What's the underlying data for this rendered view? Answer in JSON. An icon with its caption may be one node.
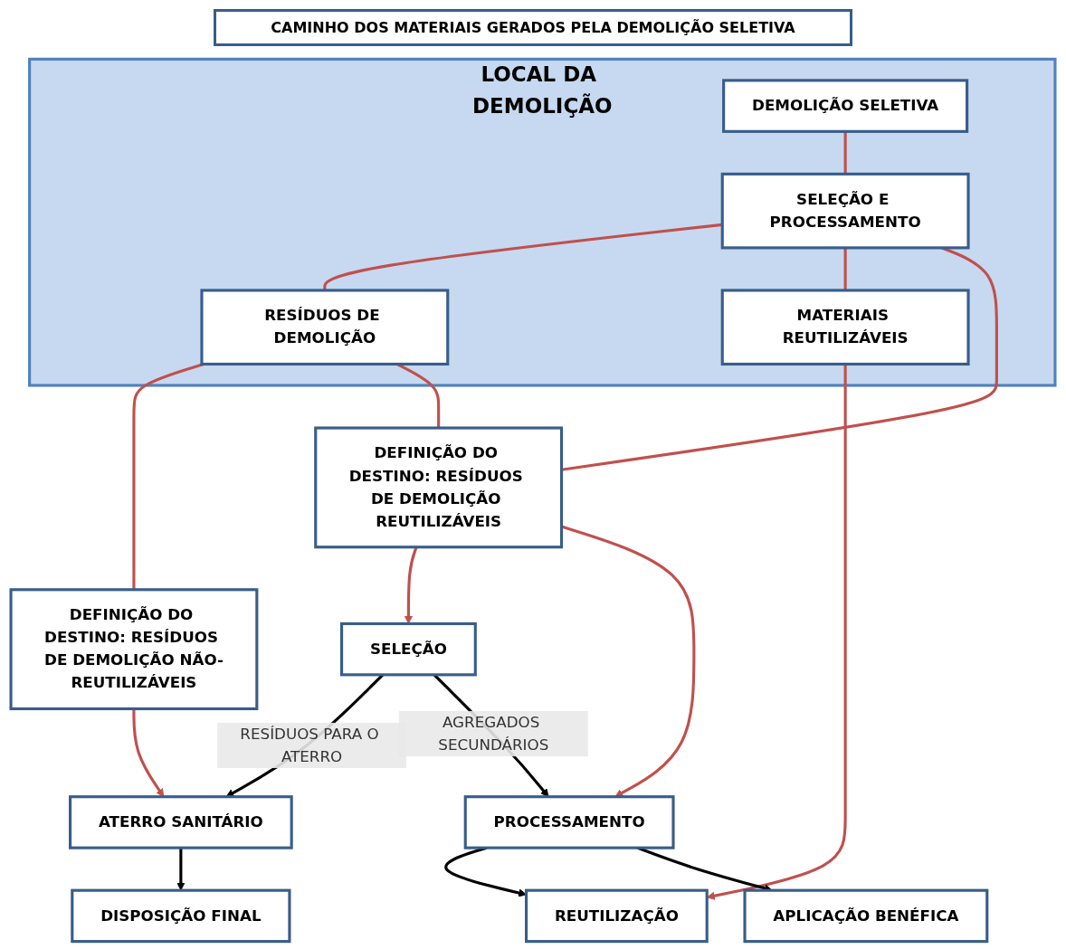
{
  "diagram": {
    "title": "CAMINHO DOS MATERIAIS GERADOS PELA DEMOLIÇÃO SELETIVA",
    "nodes": [
      {
        "text": [
          "LOCAL DA DEMOLIÇÃO"
        ]
      },
      {
        "text": [
          "DEMOLIÇÃO SELETIVA"
        ],
        "in": 0
      },
      {
        "text": [
          "SELEÇÃO E PROCESSAMENTO"
        ],
        "in": 0
      },
      {
        "text": [
          "RESÍDUOS DE DEMOLIÇÃO"
        ],
        "in": 0
      },
      {
        "text": [
          "MATERIAIS REUTILIZÁVEIS"
        ],
        "in": 0
      },
      {
        "text": [
          "DEFINIÇÃO DO DESTINO: RESÍDUOS DE DEMOLIÇÃO REUTILIZÁVEIS"
        ]
      },
      {
        "text": [
          "REUTILIZAÇÃO"
        ]
      },
      {
        "text": [
          "DEFINIÇÃO DO DESTINO: RESÍDUOS DE DEMOLIÇÃO NÃO-REUTILIZÁVEIS"
        ]
      },
      {
        "text": [
          "PROCESSAMENTO"
        ]
      },
      {
        "text": [
          "SELEÇÃO"
        ]
      },
      {
        "text": [
          "ATERRO SANITÁRIO"
        ]
      },
      {
        "text": [
          "APLICAÇÃO BENÉFICA"
        ]
      },
      {
        "text": [
          "DISPOSIÇÃO FINAL"
        ]
      }
    ],
    "edges": [
      {
        "from": 1,
        "to": 2,
        "arrow": "none"
      },
      {
        "from": 2,
        "to": 3,
        "arrow": "none"
      },
      {
        "from": 2,
        "to": 4,
        "arrow": "none"
      },
      {
        "from": 3,
        "to": 7,
        "arrow": "none"
      },
      {
        "from": 7,
        "to": 10,
        "arrow": "to"
      },
      {
        "from": 3,
        "to": 5,
        "arrow": "none"
      },
      {
        "from": 5,
        "to": 9,
        "arrow": "to"
      },
      {
        "from": 2,
        "to": 5,
        "arrow": "none"
      },
      {
        "from": 5,
        "to": 8,
        "arrow": "to"
      },
      {
        "from": 4,
        "to": 6,
        "arrow": "to"
      },
      {
        "from": 9,
        "to": 10,
        "arrow": "to",
        "label": "RESÍDUOS PARA O ATERRO",
        "color": "#000000"
      },
      {
        "from": 9,
        "to": 8,
        "arrow": "to",
        "label": "AGREGADOS SECUNDÁRIOS",
        "color": "#000000"
      },
      {
        "from": 8,
        "to": 6,
        "arrow": "to",
        "color": "#000000"
      },
      {
        "from": 8,
        "to": 11,
        "arrow": "to",
        "color": "#000000"
      },
      {
        "from": 10,
        "to": 12,
        "arrow": "to",
        "color": "#000000"
      }
    ]
  }
}
